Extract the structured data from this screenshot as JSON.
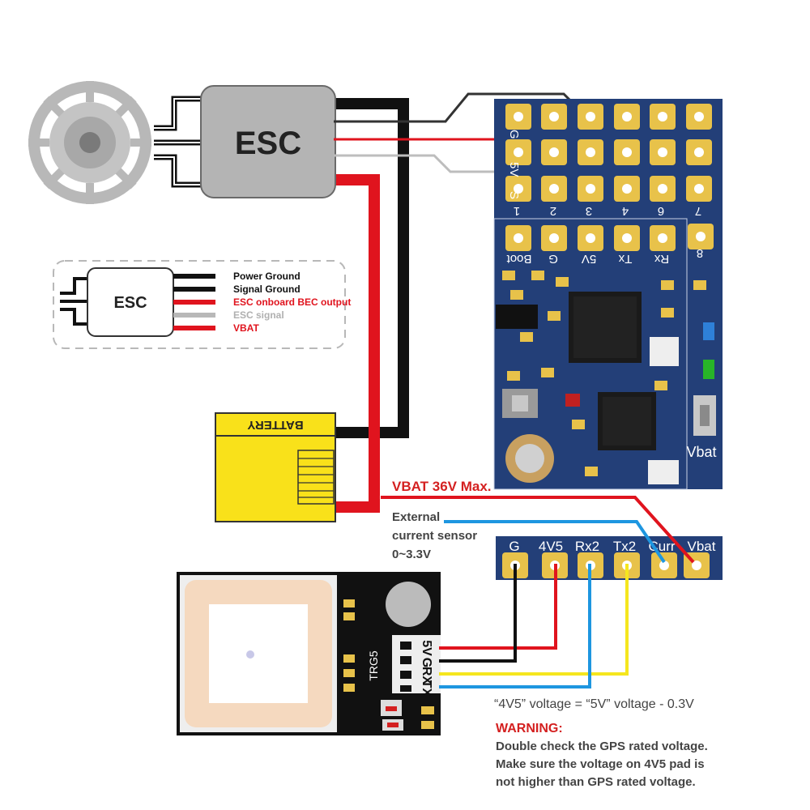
{
  "esc": {
    "label": "ESC",
    "legend_label": "ESC"
  },
  "legend": {
    "items": [
      {
        "label": "Power Ground",
        "color": "#111111"
      },
      {
        "label": "Signal Ground",
        "color": "#111111"
      },
      {
        "label": "ESC onboard BEC output",
        "color": "#e0141e"
      },
      {
        "label": "ESC signal",
        "color": "#b8b8b8"
      },
      {
        "label": "VBAT",
        "color": "#e0141e"
      }
    ]
  },
  "battery": {
    "label": "BATTERY"
  },
  "fc": {
    "top_row_labels": [
      "1",
      "2",
      "3",
      "4",
      "6",
      "7"
    ],
    "side_letters": [
      "G",
      "5V",
      "S"
    ],
    "mid_labels": [
      "Boot",
      "G",
      "5V",
      "Tx",
      "Rx",
      "8"
    ],
    "vbat_label": "Vbat"
  },
  "header": {
    "labels": [
      "G",
      "4V5",
      "Rx2",
      "Tx2",
      "Curr",
      "Vbat"
    ]
  },
  "vbat_note": "VBAT  36V Max.",
  "current_sensor": [
    "External",
    "current sensor",
    "0~3.3V"
  ],
  "gps": {
    "module_label": "TRG5",
    "pins": [
      "5V",
      "G",
      "RX",
      "TX"
    ]
  },
  "voltage_note": "“4V5” voltage = “5V” voltage - 0.3V",
  "warning": {
    "title": "WARNING:",
    "lines": [
      "Double check the GPS rated voltage.",
      "Make sure the voltage on 4V5 pad is",
      "not higher than GPS rated voltage."
    ]
  },
  "colors": {
    "board_blue": "#233f78",
    "pad_gold": "#e8c24a",
    "wire_red": "#e0141e",
    "wire_black": "#111111",
    "wire_blue": "#1e96e0",
    "wire_yellow": "#f5e61e",
    "wire_gray": "#bdbdbd",
    "battery_yellow": "#f9e11a",
    "esc_gray": "#b4b4b4"
  }
}
